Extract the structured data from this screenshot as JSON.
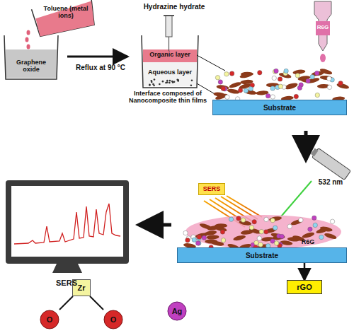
{
  "diagram": {
    "nodes": [
      {
        "text": [
          "Substrate"
        ]
      },
      {
        "text": [
          "SERS"
        ]
      },
      {
        "text": [
          "Substrate"
        ]
      },
      {
        "text": [
          "Zr"
        ]
      },
      {
        "text": [
          "O"
        ]
      },
      {
        "text": [
          "O"
        ]
      },
      {
        "text": [
          "Ag"
        ]
      },
      {
        "text": [
          "rGO"
        ]
      }
    ],
    "edges": [
      {
        "from": 3,
        "to": 4,
        "arrow": "none"
      },
      {
        "from": 3,
        "to": 5,
        "arrow": "none"
      },
      {
        "from": 2,
        "to": 7,
        "arrow": "to"
      }
    ],
    "labels": [
      "Toluene (metal ions)",
      "Graphene oxide",
      "Reflux at 90 °C",
      "Hydrazine hydrate",
      "Organic layer",
      "Aqueous layer",
      "Interface composed of Nanocomposite thin films",
      "R6G",
      "532 nm",
      "R6G",
      "SERS"
    ]
  }
}
